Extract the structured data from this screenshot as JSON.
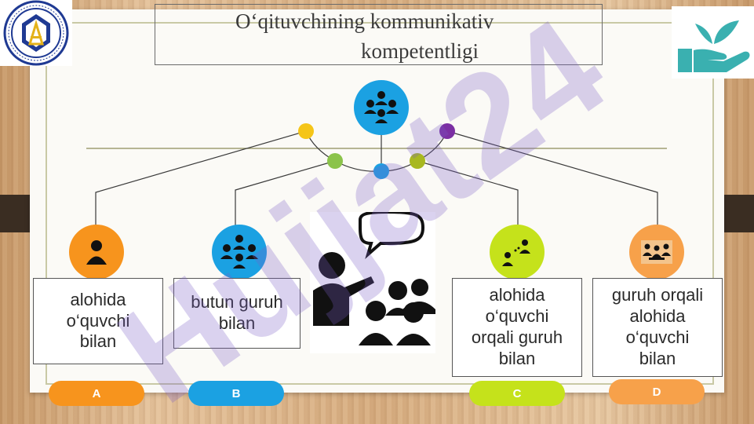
{
  "title": {
    "line1": "O‘qituvchining kommunikativ",
    "line2": "kompetentligi"
  },
  "watermark": "Hujjat24",
  "options": [
    {
      "text": "alohida\no‘quvchi\nbilan",
      "letter": "A",
      "circle_color": "#f7941d",
      "pill_color": "#f7941d"
    },
    {
      "text": "butun guruh\nbilan",
      "letter": "B",
      "circle_color": "#1ba1e2",
      "pill_color": "#1ba1e2"
    },
    {
      "text": "alohida\no‘quvchi\norqali guruh\nbilan",
      "letter": "C",
      "circle_color": "#c5e21b",
      "pill_color": "#c5e21b"
    },
    {
      "text": "guruh orqali\nalohida\no‘quvchi\nbilan",
      "letter": "D",
      "circle_color": "#f7a14a",
      "pill_color": "#f7a14a"
    }
  ],
  "icons": {
    "top_circle": "group-of-people-icon",
    "center": "teacher-speaking-to-class-icon",
    "logo_left": "institute-emblem-icon",
    "logo_right": "hand-with-sprout-icon"
  },
  "colors": {
    "top_circle": "#1ba1e2",
    "node_yellow": "#f5c518",
    "node_purple": "#7b2fa3",
    "node_green": "#8bc34a",
    "node_blue": "#1ba1e2",
    "node_olive": "#a8b820",
    "watermark": "#7b5cc4"
  }
}
